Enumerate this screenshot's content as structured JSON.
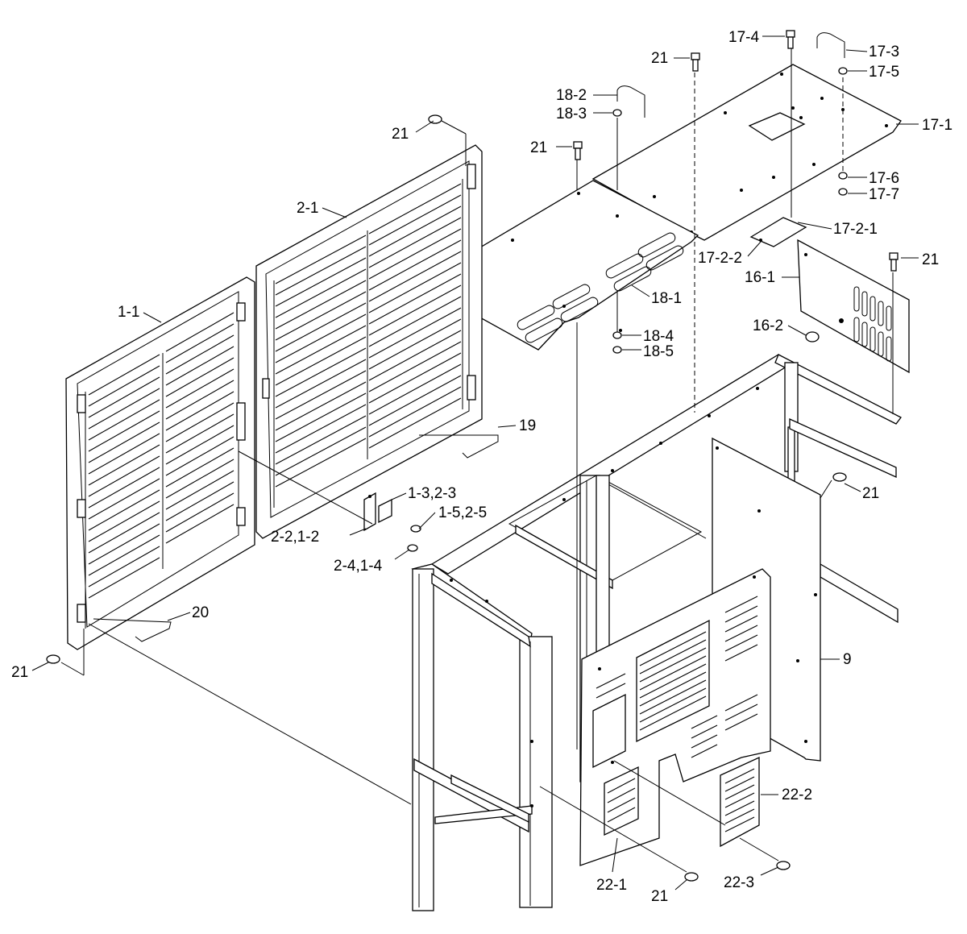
{
  "diagram": {
    "labels": {
      "p17_4": "17-4",
      "p17_3": "17-3",
      "p17_5": "17-5",
      "p17_1": "17-1",
      "p17_6": "17-6",
      "p17_7": "17-7",
      "p17_2_1": "17-2-1",
      "p17_2_2": "17-2-2",
      "p18_2": "18-2",
      "p18_3": "18-3",
      "p18_1": "18-1",
      "p18_4": "18-4",
      "p18_5": "18-5",
      "p21_top": "21",
      "p21_a": "21",
      "p21_b": "21",
      "p21_right": "21",
      "p21_mid": "21",
      "p21_left": "21",
      "p21_bottom": "21",
      "p2_1": "2-1",
      "p1_1": "1-1",
      "p16_1": "16-1",
      "p16_2": "16-2",
      "p19": "19",
      "p20": "20",
      "p1_3": "1-3,2-3",
      "p1_5": "1-5,2-5",
      "p2_2": "2-2,1-2",
      "p2_4": "2-4,1-4",
      "p9": "9",
      "p22_1": "22-1",
      "p22_2": "22-2",
      "p22_3": "22-3"
    }
  }
}
